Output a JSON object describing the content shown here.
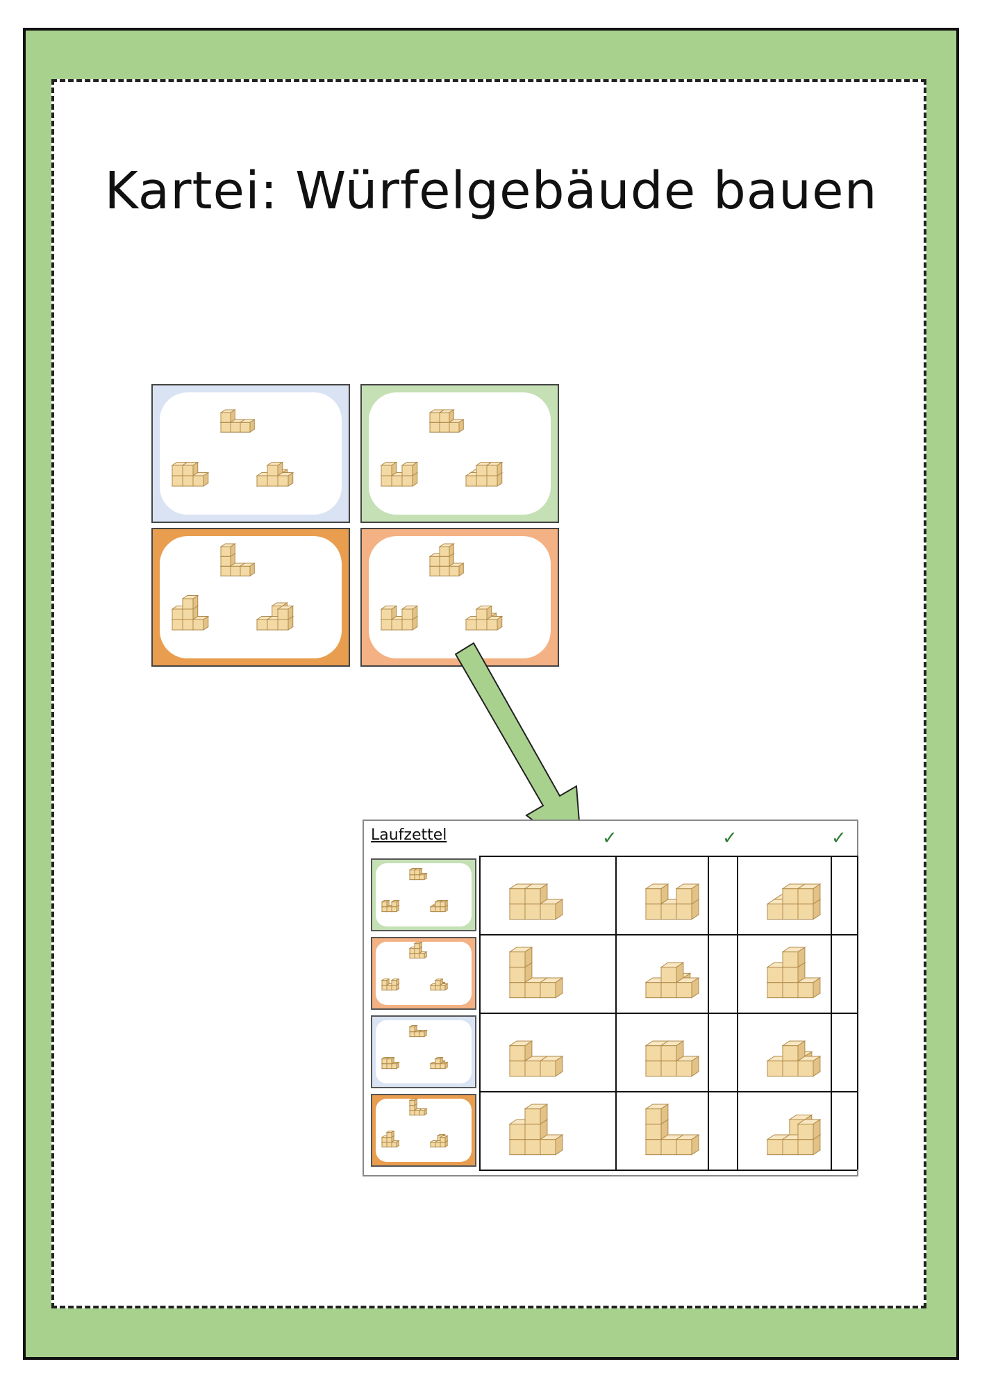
{
  "title": "Kartei: Würfelgebäude bauen",
  "colors": {
    "frame_green": "#a9d18e",
    "card_blue": "#dae3f3",
    "card_green": "#c5e0b4",
    "card_dark_orange": "#e99d4f",
    "card_light_orange": "#f4b183",
    "cube_fill": "#f3d9a4",
    "cube_edge": "#b08a4a",
    "arrow_fill": "#a9d18e",
    "check_color": "#2e7d32"
  },
  "cards": [
    {
      "name": "card-blue",
      "color": "card_blue"
    },
    {
      "name": "card-green",
      "color": "card_green"
    },
    {
      "name": "card-dark-orange",
      "color": "card_dark_orange"
    },
    {
      "name": "card-light-orange",
      "color": "card_light_orange"
    }
  ],
  "sheet": {
    "title": "Laufzettel",
    "check_mark": "✓",
    "rows": [
      {
        "card_color": "card_green"
      },
      {
        "card_color": "card_light_orange"
      },
      {
        "card_color": "card_blue"
      },
      {
        "card_color": "card_dark_orange"
      }
    ]
  },
  "icons": {
    "building": "cube-building-icon",
    "arrow": "arrow-down-right-icon",
    "check": "check-icon"
  }
}
